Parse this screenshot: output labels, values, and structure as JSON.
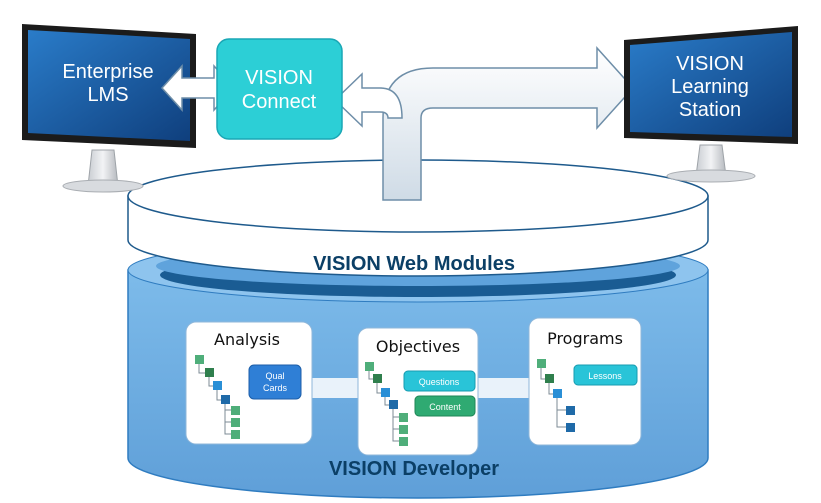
{
  "monitors": {
    "left_line1": "Enterprise",
    "left_line2": "LMS",
    "right_line1": "VISION",
    "right_line2": "Learning",
    "right_line3": "Station"
  },
  "connect": {
    "line1": "VISION",
    "line2": "Connect"
  },
  "web_modules": "VISION Web Modules",
  "developer": "VISION Developer",
  "cards": {
    "analysis": {
      "title": "Analysis",
      "tag_line1": "Qual",
      "tag_line2": "Cards"
    },
    "objectives": {
      "title": "Objectives",
      "tag1": "Questions",
      "tag2": "Content"
    },
    "programs": {
      "title": "Programs",
      "tag": "Lessons"
    }
  },
  "colors": {
    "monitor_screen": "#1d5fa8",
    "connect_box": "#2ccfd6",
    "base_blue": "#6fb0e4",
    "label_dark": "#0b3f66",
    "tree_green": "#3da35f",
    "tree_blue": "#1f78c8",
    "tag_blue": "#2f7fd6",
    "tag_cyan": "#29c4d8",
    "tag_green": "#2faa72"
  }
}
